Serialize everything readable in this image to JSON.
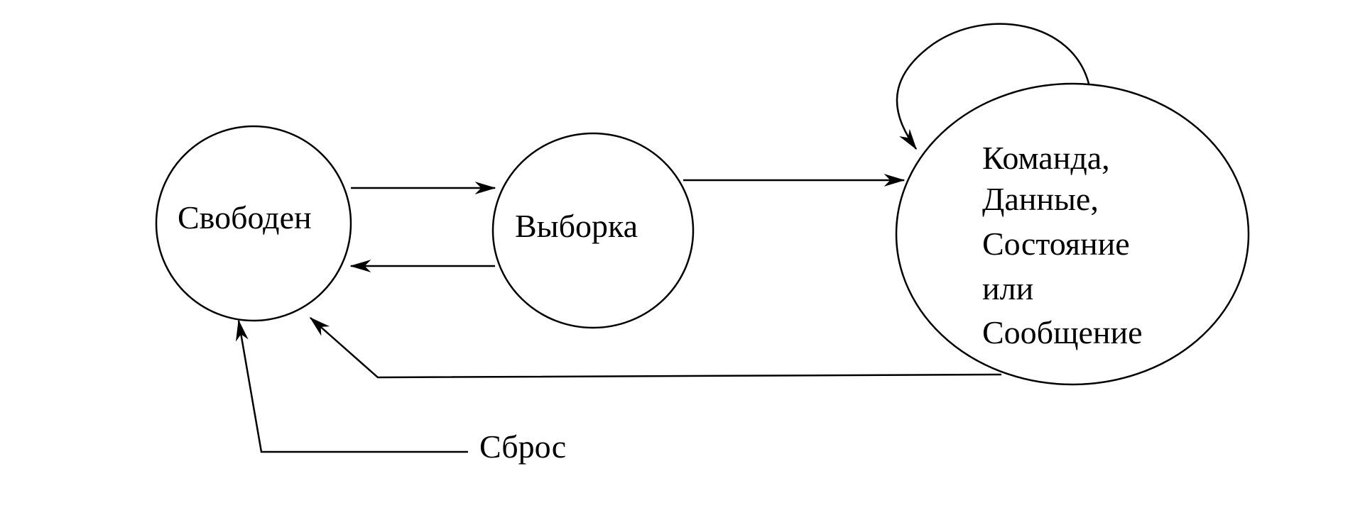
{
  "nodes": {
    "free": {
      "label": "Свободен"
    },
    "selection": {
      "label": "Выборка"
    },
    "command": {
      "lines": [
        "Команда,",
        "Данные,",
        "Состояние",
        "или",
        "Сообщение"
      ]
    }
  },
  "labels": {
    "reset": "Сброс"
  },
  "colors": {
    "stroke": "#000000",
    "background": "#ffffff"
  }
}
